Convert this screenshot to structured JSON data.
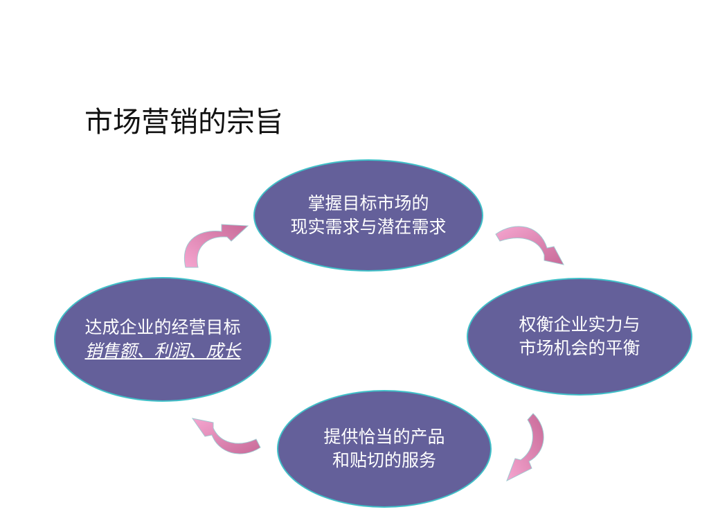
{
  "slide": {
    "title": "市场营销的宗旨"
  },
  "cycle": {
    "top": {
      "line1": "掌握目标市场的",
      "line2": "现实需求与潜在需求"
    },
    "right": {
      "line1": "权衡企业实力与",
      "line2": "市场机会的平衡"
    },
    "bottom": {
      "line1": "提供恰当的产品",
      "line2": "和贴切的服务"
    },
    "left": {
      "line1": "达成企业的经营目标",
      "line2": "销售额、利润、成长"
    }
  },
  "colors": {
    "node_fill": "#64609a",
    "node_border": "#40c0c8",
    "arrow_light": "#f5a6d0",
    "arrow_dark": "#c86a98"
  },
  "icons": [
    "curved-arrow-icon"
  ]
}
